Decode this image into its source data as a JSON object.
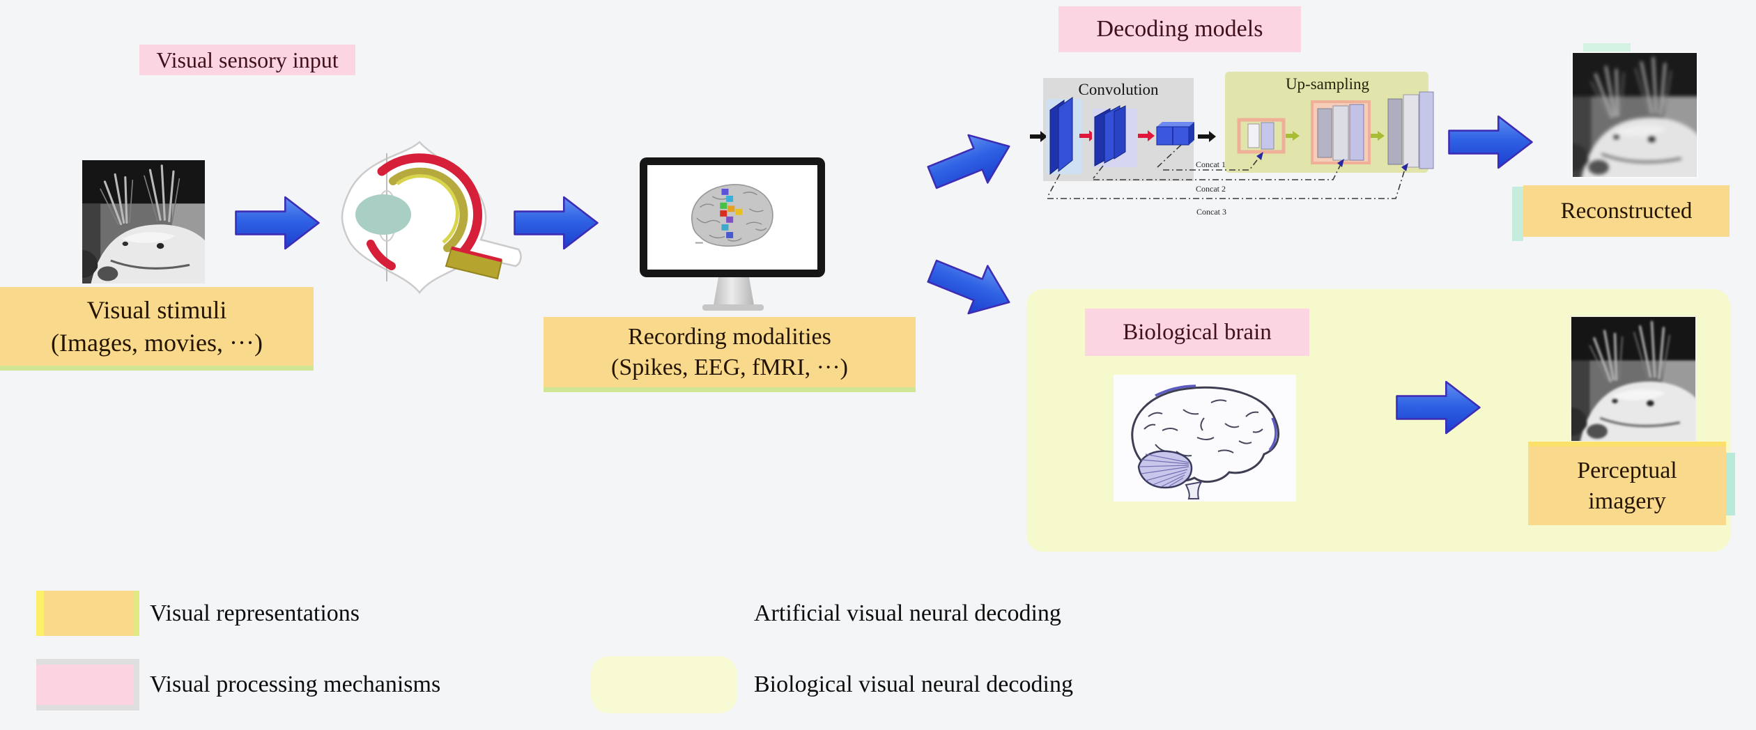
{
  "figure": {
    "labels": {
      "visual_sensory_input": "Visual sensory input",
      "decoding_models": "Decoding models",
      "biological_brain": "Biological brain",
      "reconstructed": "Reconstructed"
    },
    "visual_stimuli": {
      "line1": "Visual stimuli",
      "line2": "(Images, movies, ···)"
    },
    "recording_modalities": {
      "line1": "Recording modalities",
      "line2": "(Spikes, EEG, fMRI, ···)"
    },
    "perceptual_imagery": {
      "line1": "Perceptual",
      "line2": "imagery"
    },
    "cnn": {
      "convolution": "Convolution",
      "up_sampling": "Up-sampling",
      "concat": [
        "Concat 1",
        "Concat 2",
        "Concat 3"
      ]
    },
    "legend": {
      "items": [
        {
          "label": "Visual representations",
          "swatch_color": "#fbd98a"
        },
        {
          "label": "Visual processing mechanisms",
          "swatch_color": "#fcd3e1"
        },
        {
          "label": "Artificial visual neural decoding",
          "swatch_color": null
        },
        {
          "label": "Biological visual neural decoding",
          "swatch_color": "#f8fad4"
        }
      ]
    },
    "colors": {
      "background": "#f4f5f7",
      "representation_box": "#f9d98b",
      "mechanism_box": "#fbd5e1",
      "biological_panel": "#f6f9cc",
      "arrow_blue": "#2f62e0",
      "convolution_panel": "#dbdbdb",
      "upsampling_panel": "#e1e4ab"
    }
  }
}
